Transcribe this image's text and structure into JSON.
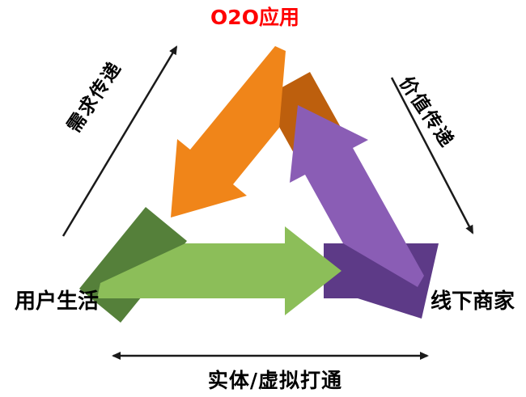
{
  "title": {
    "text": "O2O应用",
    "color": "#FF0000"
  },
  "edges": {
    "demand_label": "需求传递",
    "value_label": "价值传递",
    "bottom_label": "实体/虚拟打通"
  },
  "nodes": {
    "user_label": "用户生活",
    "merchant_label": "线下商家"
  },
  "colors": {
    "orange": "#F08519",
    "orange_dark": "#BD5F0D",
    "green": "#8CBE59",
    "green_dark": "#55803A",
    "purple": "#8A5DB5",
    "purple_dark": "#5D3A87",
    "line": "#1A1A1A",
    "text": "#000000",
    "background": "#FFFFFF"
  },
  "relations": [
    {
      "from": "用户生活",
      "to": "O2O应用",
      "label": "需求传递"
    },
    {
      "from": "O2O应用",
      "to": "线下商家",
      "label": "价值传递"
    },
    {
      "from": "用户生活",
      "to": "线下商家",
      "label": "实体/虚拟打通",
      "bidirectional": true
    }
  ]
}
